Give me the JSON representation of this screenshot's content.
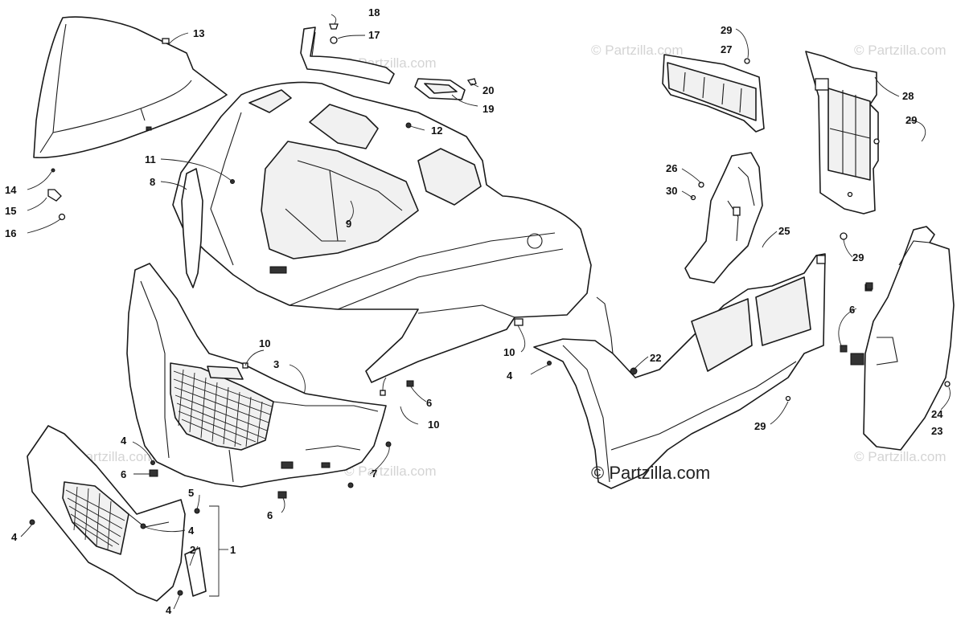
{
  "watermarks": {
    "main": "© Partzilla.com",
    "faint": "© Partzilla.com"
  },
  "callouts": [
    "1",
    "2",
    "3",
    "4",
    "4",
    "4",
    "4",
    "4",
    "4",
    "5",
    "6",
    "6",
    "6",
    "6",
    "7",
    "8",
    "9",
    "10",
    "10",
    "10",
    "11",
    "12",
    "13",
    "14",
    "15",
    "16",
    "17",
    "18",
    "19",
    "20",
    "22",
    "23",
    "24",
    "25",
    "26",
    "27",
    "28",
    "29",
    "29",
    "29",
    "29",
    "29",
    "30"
  ],
  "colors": {
    "line": "#1a1a1a",
    "watermark": "#d4d4d4",
    "background": "#ffffff"
  }
}
